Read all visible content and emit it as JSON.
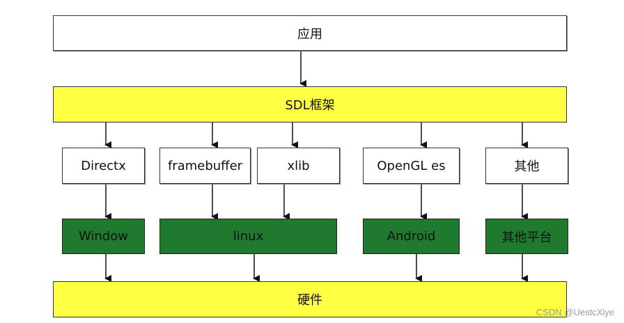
{
  "layers": {
    "app": "应用",
    "framework": "SDL框架",
    "hardware": "硬件"
  },
  "backends": {
    "directx": "Directx",
    "framebuffer": "framebuffer",
    "xlib": "xlib",
    "opengl_es": "OpenGL es",
    "other": "其他"
  },
  "platforms": {
    "window": "Window",
    "linux": "linux",
    "android": "Android",
    "other_platform": "其他平台"
  },
  "watermark": "CSDN @UestcXiye",
  "colors": {
    "yellow_layer": "#ffff44",
    "green_platform": "#1f7a2f",
    "border": "#333333"
  }
}
